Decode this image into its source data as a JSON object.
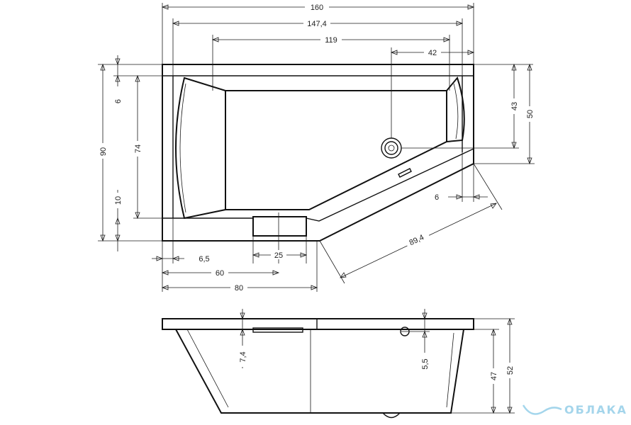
{
  "plan": {
    "dims": {
      "total_length": "160",
      "inner_length": "147,4",
      "bath_length": "119",
      "drain_offset": "42",
      "total_width": "90",
      "inner_width": "74",
      "rim_top": "6",
      "rim_bottom": "10",
      "drain_depth": "43",
      "side_depth": "50",
      "end_rim": "6",
      "slant": "89,4",
      "left_rim": "6,5",
      "overflow_width": "25",
      "to_overflow": "60",
      "front_length": "80"
    }
  },
  "elevation": {
    "dims": {
      "overflow_height": "7,4",
      "drain_height": "5,5",
      "inner_height": "47",
      "total_height": "52"
    }
  },
  "watermark": {
    "text": "ОБЛАКА",
    "color": "#5ab4dc"
  }
}
